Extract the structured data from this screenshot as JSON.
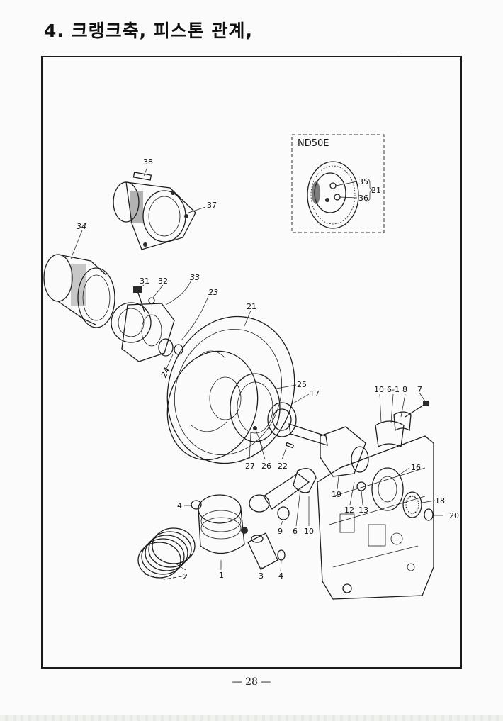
{
  "page": {
    "title": "4. 크랭크축, 피스톤 관계,",
    "page_number": "— 28 —"
  },
  "inset": {
    "title": "ND50E",
    "labels": [
      "35",
      "36",
      "21"
    ]
  },
  "callouts": [
    {
      "id": "c38",
      "text": "38"
    },
    {
      "id": "c37",
      "text": "37"
    },
    {
      "id": "c34",
      "text": "34"
    },
    {
      "id": "c31",
      "text": "31"
    },
    {
      "id": "c32",
      "text": "32"
    },
    {
      "id": "c33",
      "text": "33"
    },
    {
      "id": "c23",
      "text": "23"
    },
    {
      "id": "c21",
      "text": "21"
    },
    {
      "id": "c24",
      "text": "24"
    },
    {
      "id": "c25",
      "text": "25"
    },
    {
      "id": "c17",
      "text": "17"
    },
    {
      "id": "c10a",
      "text": "10"
    },
    {
      "id": "c61",
      "text": "6-1"
    },
    {
      "id": "c8",
      "text": "8"
    },
    {
      "id": "c7",
      "text": "7"
    },
    {
      "id": "c27",
      "text": "27"
    },
    {
      "id": "c26",
      "text": "26"
    },
    {
      "id": "c22",
      "text": "22"
    },
    {
      "id": "c16",
      "text": "16"
    },
    {
      "id": "c19",
      "text": "19"
    },
    {
      "id": "c12",
      "text": "12"
    },
    {
      "id": "c13",
      "text": "13"
    },
    {
      "id": "c18",
      "text": "18"
    },
    {
      "id": "c20",
      "text": "20"
    },
    {
      "id": "c4a",
      "text": "4"
    },
    {
      "id": "c9",
      "text": "9"
    },
    {
      "id": "c6",
      "text": "6"
    },
    {
      "id": "c10b",
      "text": "10"
    },
    {
      "id": "c2",
      "text": "2"
    },
    {
      "id": "c1",
      "text": "1"
    },
    {
      "id": "c3",
      "text": "3"
    },
    {
      "id": "c4b",
      "text": "4"
    }
  ]
}
